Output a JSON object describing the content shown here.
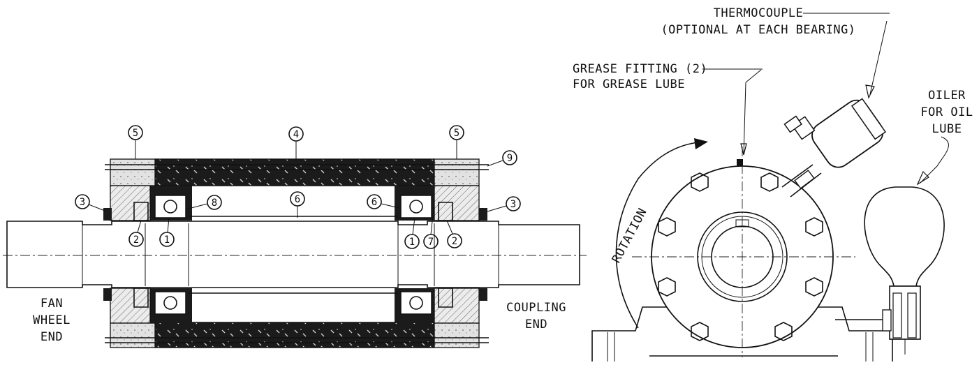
{
  "section_view": {
    "fan_wheel_end": [
      "FAN",
      "WHEEL",
      "END"
    ],
    "coupling_end": [
      "COUPLING",
      "END"
    ],
    "callouts": {
      "c5_left": "5",
      "c4": "4",
      "c5_right": "5",
      "c9": "9",
      "c3_left": "3",
      "c8": "8",
      "c6_shaft": "6",
      "c6_right": "6",
      "c3_right": "3",
      "c2_left": "2",
      "c1_left": "1",
      "c1_right": "1",
      "c7": "7",
      "c2_right": "2"
    }
  },
  "end_view": {
    "thermocouple": [
      "THERMOCOUPLE",
      "(OPTIONAL AT EACH BEARING)"
    ],
    "grease_fitting": [
      "GREASE FITTING (2)",
      "FOR GREASE LUBE"
    ],
    "oiler": [
      "OILER",
      "FOR OIL",
      "LUBE"
    ],
    "rotation": "ROTATION"
  },
  "colors": {
    "ink": "#111111",
    "hatch": "#555555",
    "fill_dark": "#1a1a1a"
  }
}
